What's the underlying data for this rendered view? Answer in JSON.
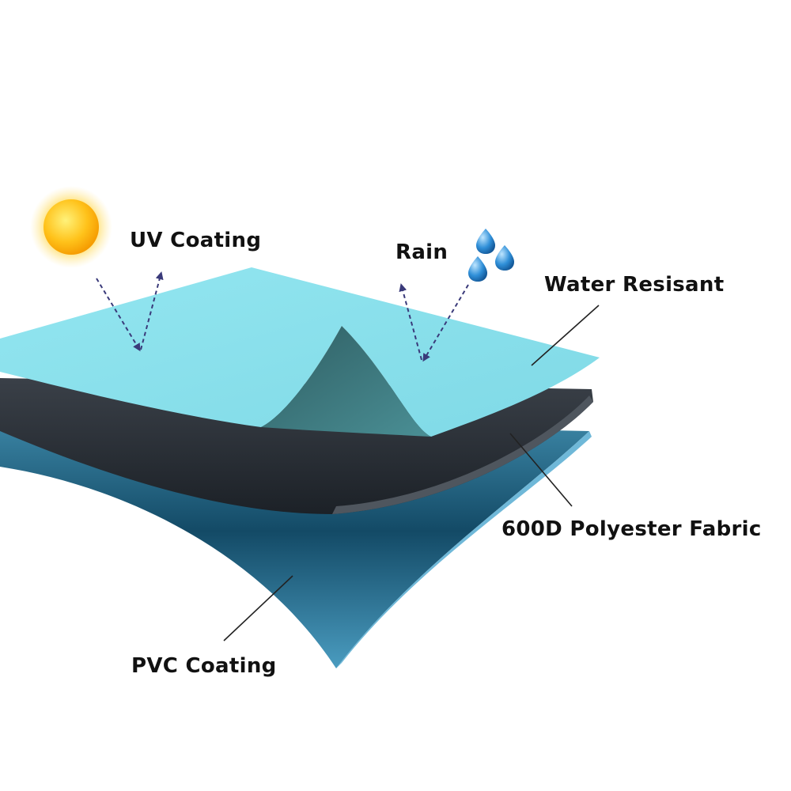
{
  "labels": {
    "uv_coating": "UV Coating",
    "rain": "Rain",
    "water_resistant": "Water Resisant",
    "polyester_fabric": "600D Polyester Fabric",
    "pvc_coating": "PVC Coating"
  },
  "colors": {
    "top_layer": "#8fe3ee",
    "middle_layer": "#2b3138",
    "bottom_layer": "#1e5f80",
    "sun": "#ffc21a",
    "drops": "#2f8fd8",
    "arrows": "#3a3a7a",
    "leader_lines": "#222222"
  },
  "icons": [
    "sun-icon",
    "rain-drops-icon"
  ]
}
